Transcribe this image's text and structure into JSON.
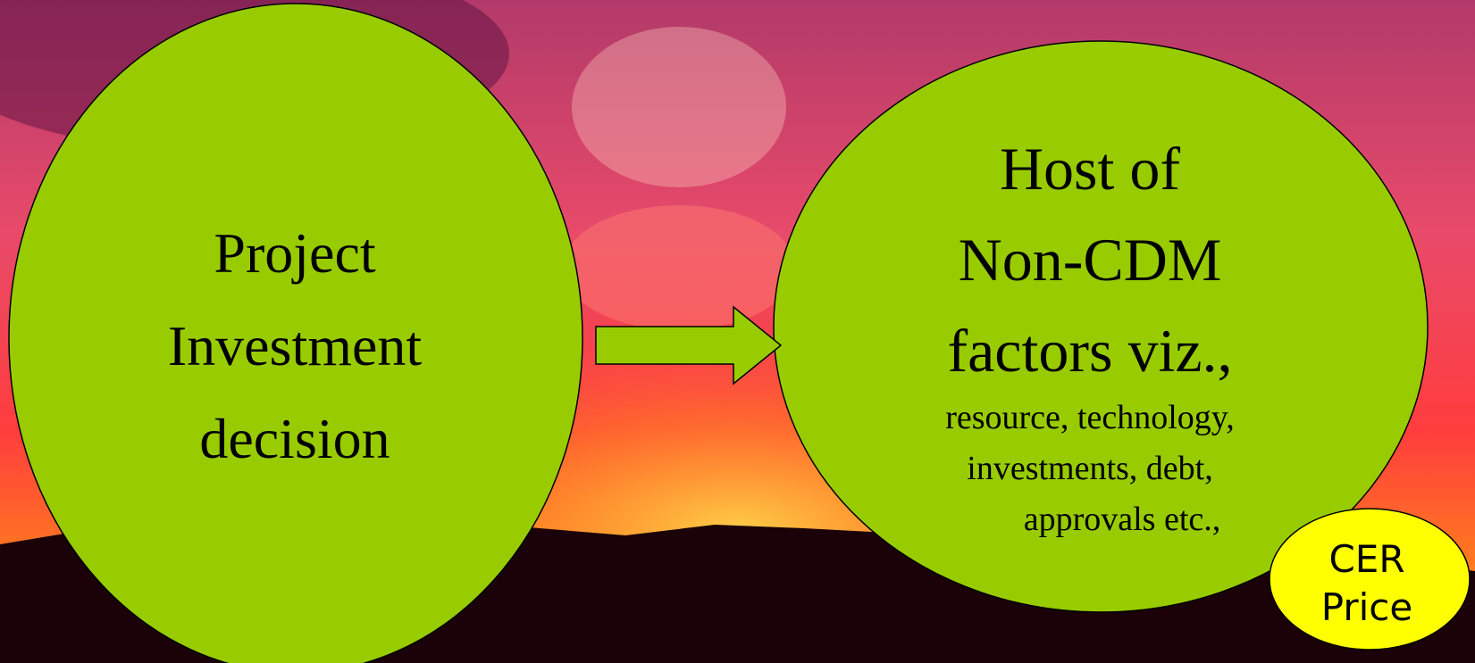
{
  "colors": {
    "ellipse_fill": "#99cc00",
    "cer_fill": "#ffff00",
    "outline": "#000000",
    "sky_top": "#c0305a",
    "sky_glow": "#ff6a1a",
    "hills": "#1a0208"
  },
  "left_node": {
    "lines": [
      "Project",
      "Investment",
      "decision"
    ]
  },
  "right_node": {
    "lines": [
      "Host of",
      "Non-CDM",
      "factors viz.,"
    ],
    "sub_lines": [
      "resource, technology,",
      "investments, debt,",
      "approvals etc.,"
    ]
  },
  "cer_node": {
    "lines": [
      "CER",
      "Price"
    ]
  },
  "connector": "arrow-right"
}
